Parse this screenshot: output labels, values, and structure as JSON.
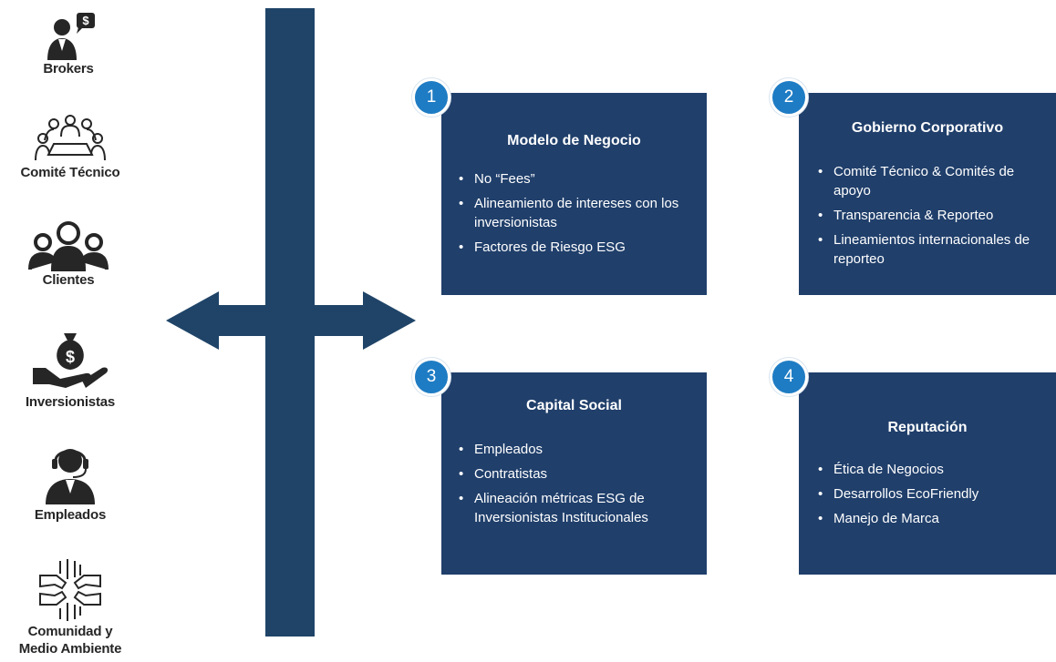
{
  "stakeholders": [
    {
      "label": "Brokers",
      "icon": "broker-icon"
    },
    {
      "label": "Comité Técnico",
      "icon": "committee-icon"
    },
    {
      "label": "Clientes",
      "icon": "clients-icon"
    },
    {
      "label": "Inversionistas",
      "icon": "investor-money-icon"
    },
    {
      "label": "Empleados",
      "icon": "headset-employee-icon"
    },
    {
      "label": "Comunidad y",
      "label2": "Medio Ambiente",
      "icon": "joined-hands-icon"
    }
  ],
  "pillars": [
    {
      "number": "1",
      "title": "Modelo de Negocio",
      "bullets": [
        "No “Fees”",
        "Alineamiento de intereses con los inversionistas",
        "Factores de Riesgo ESG"
      ]
    },
    {
      "number": "2",
      "title": "Gobierno Corporativo",
      "bullets": [
        "Comité Técnico & Comités de apoyo",
        "Transparencia & Reporteo",
        "Lineamientos internacionales de reporteo"
      ]
    },
    {
      "number": "3",
      "title": "Capital Social",
      "bullets": [
        "Empleados",
        "Contratistas",
        "Alineación métricas ESG de Inversionistas Institucionales"
      ]
    },
    {
      "number": "4",
      "title": "Reputación",
      "bullets": [
        "Ética de Negocios",
        "Desarrollos EcoFriendly",
        "Manejo de Marca"
      ]
    }
  ],
  "colors": {
    "box": "#203f6b",
    "arrow": "#1f4468",
    "badge": "#1e7cc4",
    "icon": "#262626"
  }
}
